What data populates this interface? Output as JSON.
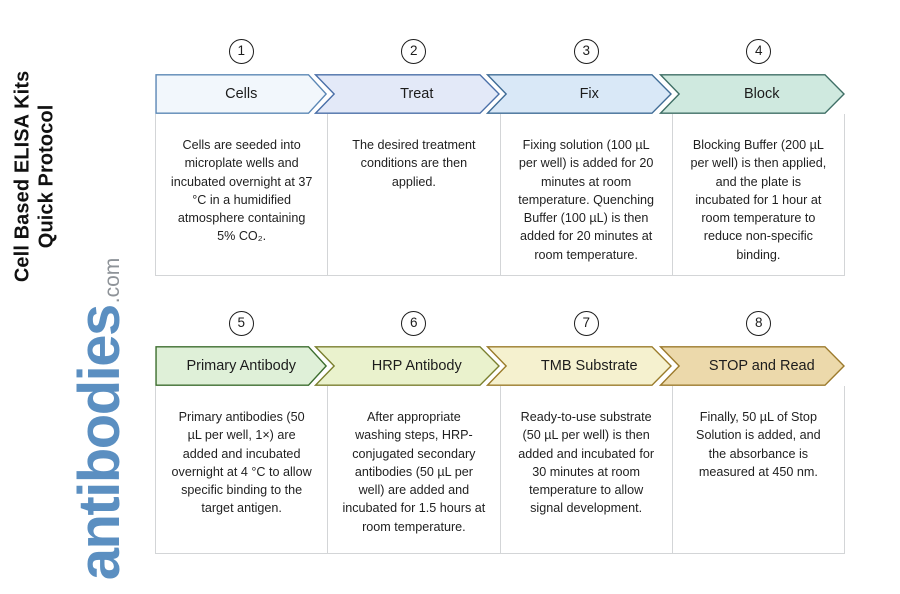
{
  "document": {
    "title_line_1": "Cell Based ELISA Kits",
    "title_line_2": "Quick Protocol",
    "title": "Cell Based ELISA Kits\nQuick Protocol"
  },
  "logo": {
    "word": "antibodies",
    "tld": ".com",
    "word_color": "#5b8fc1",
    "tld_color": "#8e9398"
  },
  "colors": {
    "panel_border": "#d3d5d7",
    "text": "#1f1f1f",
    "circle_stroke": "#1d1d1d"
  },
  "rows": [
    {
      "name": "row-1",
      "steps": [
        {
          "number": "1",
          "label": "Cells",
          "description": "Cells are seeded into microplate wells and incubated overnight at 37 °C in a humidified atmosphere containing 5% CO₂.",
          "fill": "#f2f7fc",
          "stroke": "#5b87b5"
        },
        {
          "number": "2",
          "label": "Treat",
          "description": "The desired treatment conditions are then applied.",
          "fill": "#e3e9f8",
          "stroke": "#4a6fa8"
        },
        {
          "number": "3",
          "label": "Fix",
          "description": "Fixing solution (100 µL per well) is added for 20 minutes at room temperature. Quenching Buffer (100 µL) is then added for 20 minutes at room temperature.",
          "fill": "#d9e8f7",
          "stroke": "#3f6c96"
        },
        {
          "number": "4",
          "label": "Block",
          "description": "Blocking Buffer (200 µL per well) is then applied, and the plate is incubated for 1 hour at room temperature to reduce non-specific binding.",
          "fill": "#cfe9df",
          "stroke": "#3f6f66"
        }
      ]
    },
    {
      "name": "row-2",
      "steps": [
        {
          "number": "5",
          "label": "Primary Antibody",
          "description": "Primary antibodies (50 µL per well, 1×) are added and incubated overnight at 4 °C to allow specific binding to the target antigen.",
          "fill": "#dff0d8",
          "stroke": "#3c6d2e"
        },
        {
          "number": "6",
          "label": "HRP Antibody",
          "description": "After appropriate washing steps, HRP-conjugated secondary antibodies (50 µL per well) are added and incubated for 1.5 hours at room temperature.",
          "fill": "#eaf2cd",
          "stroke": "#7a7f2e"
        },
        {
          "number": "7",
          "label": "TMB Substrate",
          "description": "Ready-to-use substrate (50 µL per well) is then added and incubated for 30 minutes at room temperature to allow signal development.",
          "fill": "#f5f1cf",
          "stroke": "#9a7b2a"
        },
        {
          "number": "8",
          "label": "STOP and Read",
          "description": "Finally, 50 µL of Stop Solution is added, and the absorbance is measured at 450 nm.",
          "fill": "#ecd9ab",
          "stroke": "#9c7a2c"
        }
      ]
    }
  ]
}
